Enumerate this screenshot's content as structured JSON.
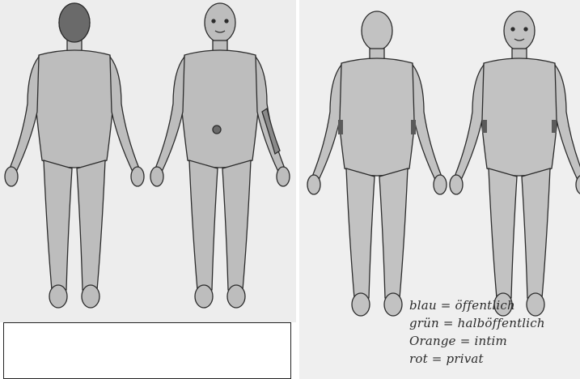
{
  "colors": {
    "paper_left": "#ededed",
    "paper_right": "#efefef",
    "shading": "#bdbdbd",
    "outline": "#2c2c2c",
    "dark_mark": "#6a6a6a"
  },
  "figures": [
    {
      "panel": "left",
      "view": "back"
    },
    {
      "panel": "left",
      "view": "front"
    },
    {
      "panel": "right",
      "view": "back"
    },
    {
      "panel": "right",
      "view": "front"
    }
  ],
  "legend": {
    "lines": [
      "blau = öffentlich",
      "grün = halböffentlich",
      "Orange = intim",
      "rot = privat"
    ]
  }
}
